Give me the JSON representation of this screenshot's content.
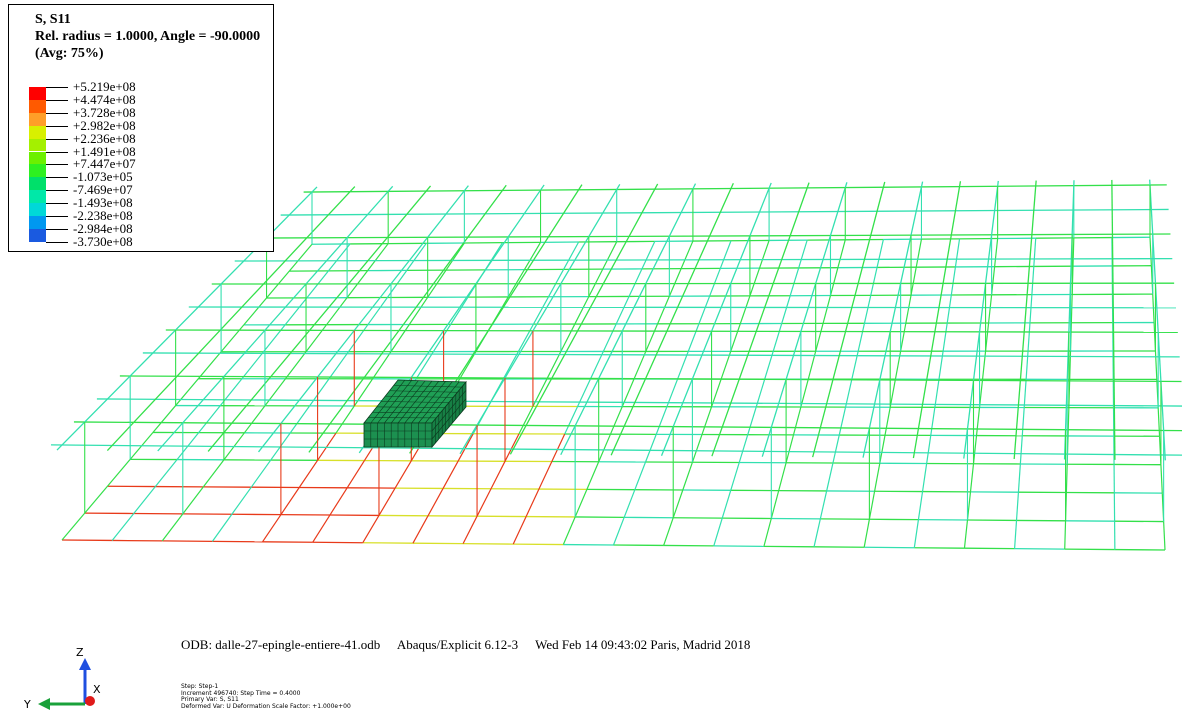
{
  "legend": {
    "variable": "S, S11",
    "section_point": "Rel. radius = 1.0000, Angle = -90.0000",
    "averaging": "(Avg: 75%)",
    "levels": [
      {
        "label": "+5.219e+08",
        "color": "#ff0000"
      },
      {
        "label": "+4.474e+08",
        "color": "#ff5a00"
      },
      {
        "label": "+3.728e+08",
        "color": "#ff9e28"
      },
      {
        "label": "+2.982e+08",
        "color": "#d8f000"
      },
      {
        "label": "+2.236e+08",
        "color": "#a4f000"
      },
      {
        "label": "+1.491e+08",
        "color": "#6cf000"
      },
      {
        "label": "+7.447e+07",
        "color": "#2ef020"
      },
      {
        "label": "-1.073e+05",
        "color": "#00e06a"
      },
      {
        "label": "-7.469e+07",
        "color": "#00e8a8"
      },
      {
        "label": "-1.493e+08",
        "color": "#00d8d8"
      },
      {
        "label": "-2.238e+08",
        "color": "#0098f0"
      },
      {
        "label": "-2.984e+08",
        "color": "#1a5ae0"
      },
      {
        "label": "-3.730e+08",
        "color": "#0000e0"
      }
    ]
  },
  "footer": {
    "odb": "ODB: dalle-27-epingle-entiere-41.odb",
    "solver": "Abaqus/Explicit 6.12-3",
    "date": "Wed Feb 14 09:43:02 Paris, Madrid 2018",
    "step": "Step: Step-1",
    "increment": "Increment    496740: Step Time =    0.4000",
    "primary_var": "Primary Var: S, S11",
    "deformed_var": "Deformed Var: U   Deformation Scale Factor: +1.000e+00"
  },
  "triad": {
    "z_label": "Z",
    "x_label": "X",
    "y_label": "Y"
  },
  "colors": {
    "mesh_green": "#33e04a",
    "mesh_cyan": "#33e0b0",
    "mesh_red": "#e83a1a",
    "mesh_yellow": "#d8e02a",
    "block": "#1f9f55"
  }
}
